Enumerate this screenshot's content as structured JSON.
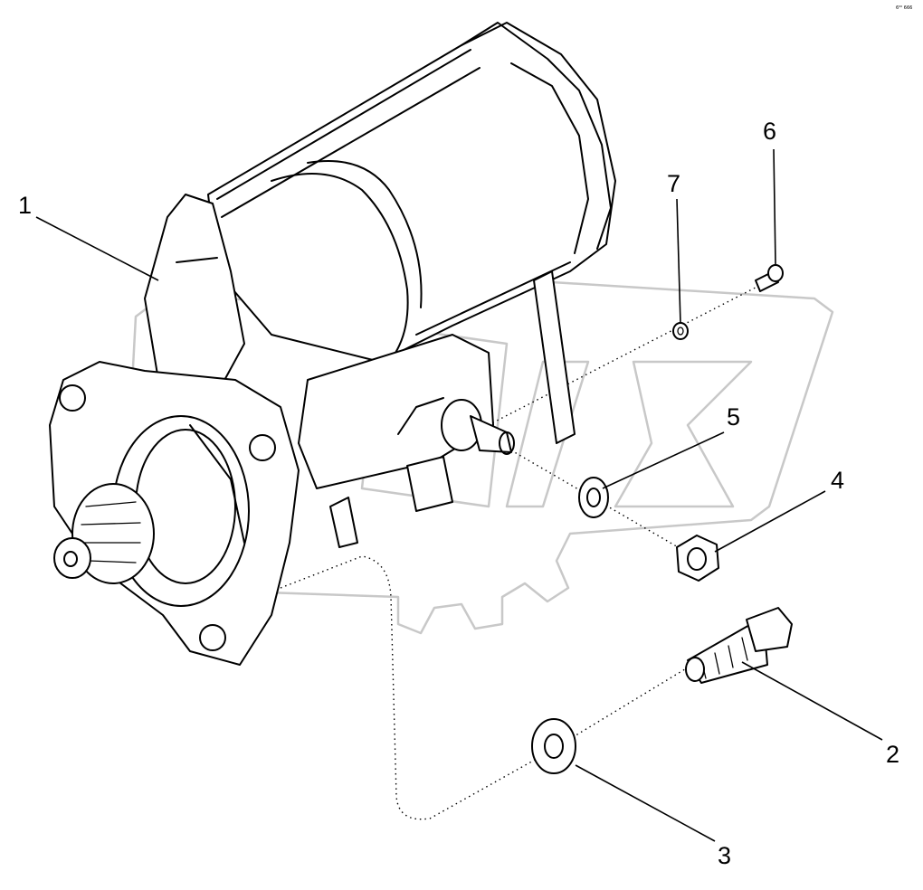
{
  "corner_code": "6⁰⁰ 666",
  "callouts": {
    "c1": "1",
    "c2": "2",
    "c3": "3",
    "c4": "4",
    "c5": "5",
    "c6": "6",
    "c7": "7"
  }
}
